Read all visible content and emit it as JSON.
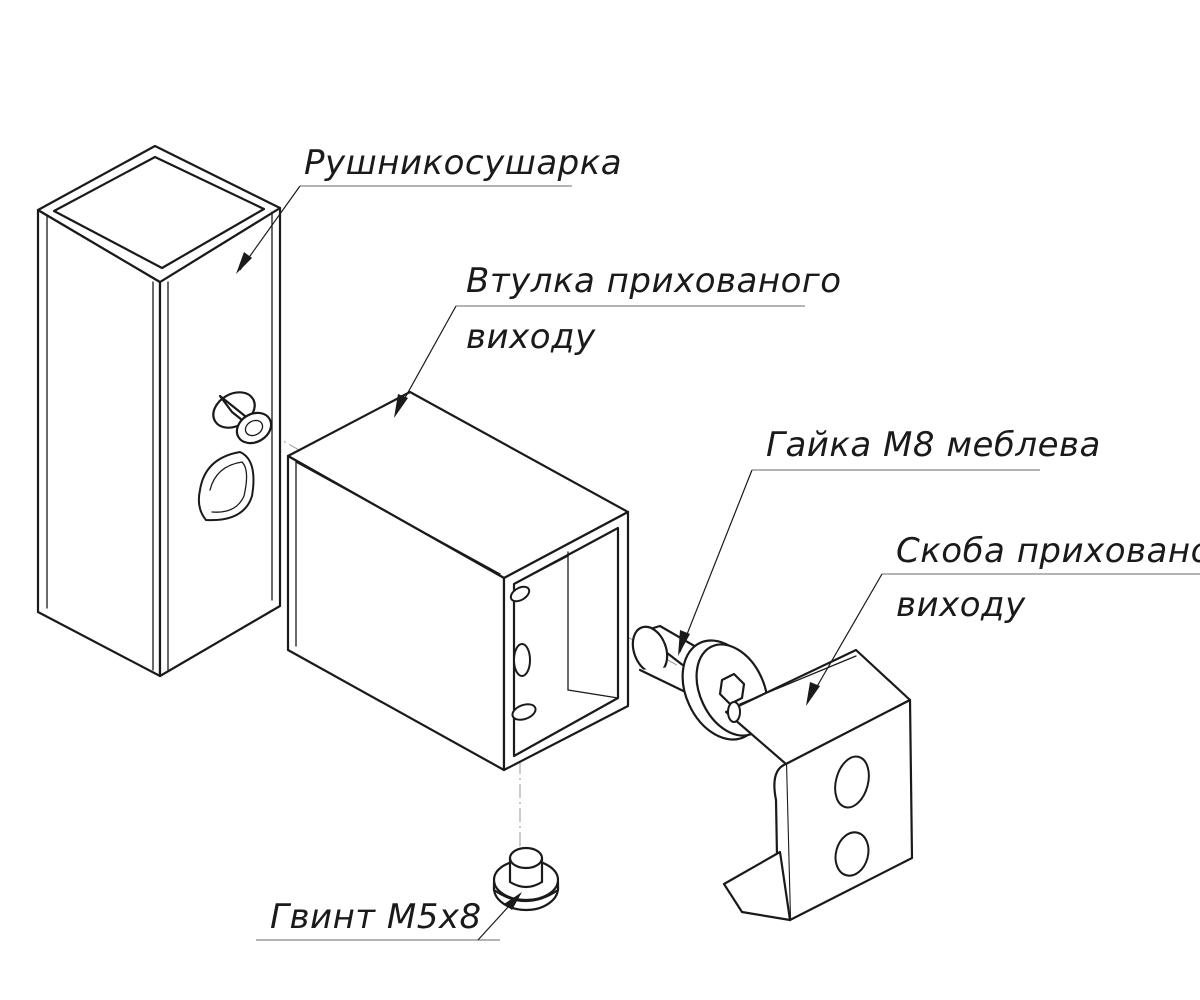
{
  "labels": {
    "towel_dryer": "Рушникосушарка",
    "sleeve_line1": "Втулка прихованого",
    "sleeve_line2": "виходу",
    "nut": "Гайка М8 меблева",
    "bracket_line1": "Скоба прихованого",
    "bracket_line2": "виходу",
    "screw": "Гвинт М5х8"
  },
  "colors": {
    "line": "#1a1a1a",
    "axis": "#9a9a9a",
    "background": "#ffffff"
  }
}
